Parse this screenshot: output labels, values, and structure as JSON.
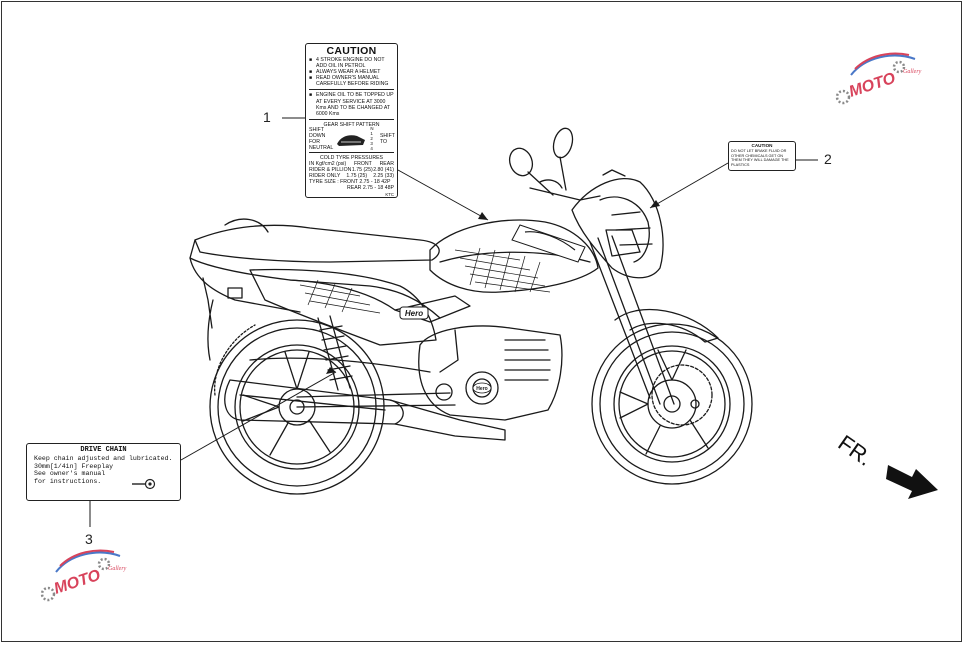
{
  "caution_label": {
    "title": "CAUTION",
    "warnings": [
      "4 STROKE ENGINE DO NOT ADD OIL IN PETROL",
      "ALWAYS WEAR A HELMET",
      "READ OWNER'S MANUAL CAREFULLY BEFORE RIDING"
    ],
    "oil_notice": "ENGINE OIL TO BE TOPPED UP AT EVERY SERVICE AT 3000 Kms AND TO BE CHANGED AT 6000 Kms",
    "gear_title": "GEAR SHIFT PATTERN",
    "gear_left": "SHIFT DOWN FOR NEUTRAL",
    "gear_right": "SHIFT TO",
    "gear_digits": "N 1 2 3 4",
    "tyre_title": "COLD TYRE PRESSURES",
    "tyre_header": [
      "IN Kgf/cm2 (psi)",
      "FRONT",
      "REAR"
    ],
    "tyre_rows": [
      [
        "RIDER & PILLION",
        "1.75 (25)",
        "2.80 (41)"
      ],
      [
        "RIDER ONLY",
        "1.75 (25)",
        "2.25 (33)"
      ]
    ],
    "tyre_size_front": "TYRE SIZE : FRONT 2.75 - 18 42P",
    "tyre_size_rear": "REAR 2.75 - 18 48P",
    "code": "KTC"
  },
  "small_label": {
    "title": "CAUTION",
    "text": "DO NOT LET BRAKE FLUID OR OTHER CHEMICALS GET ON THEM THEY WILL DAMAGE THE PLASTICS"
  },
  "chain_label": {
    "title": "DRIVE CHAIN",
    "lines": [
      "Keep chain adjusted and lubricated.",
      "30mm[1/4in] Freeplay",
      "See owner's manual",
      "for instructions."
    ]
  },
  "callouts": [
    "1",
    "2",
    "3"
  ],
  "direction": "FR.",
  "bike_badge": "Hero",
  "engine_badge": "Hero",
  "watermark": {
    "name": "MOTO",
    "tagline": "Gallery",
    "colors": {
      "primary": "#d8435b",
      "secondary": "#4a78c8",
      "gear": "#8a8a8a"
    }
  },
  "icons": [
    "arrow-down-right-icon",
    "chain-tool-icon",
    "gear-shift-icon"
  ]
}
